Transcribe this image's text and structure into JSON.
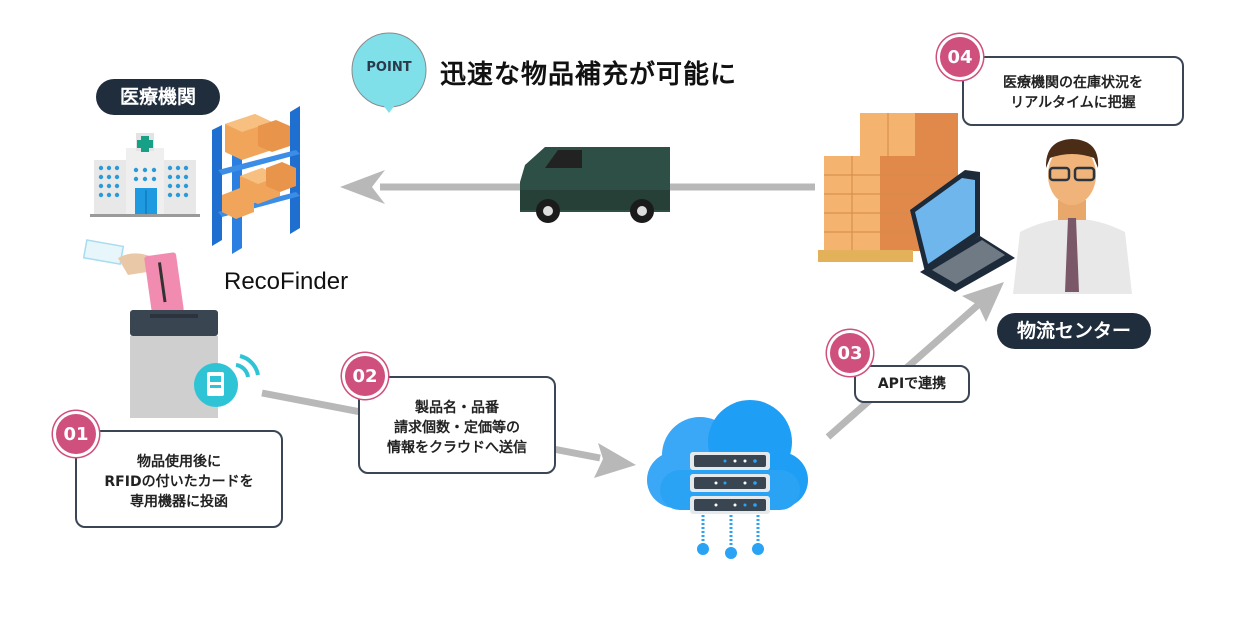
{
  "point": {
    "badge_label": "POINT",
    "headline": "迅速な物品補充が可能に",
    "badge_color": "#7fe0ea"
  },
  "locations": {
    "hospital": "医療機関",
    "logistics_center": "物流センター"
  },
  "product": {
    "name": "RecoFinder"
  },
  "steps": [
    {
      "number": "01",
      "lines": [
        "物品使用後に",
        "RFIDの付いたカードを",
        "専用機器に投函"
      ]
    },
    {
      "number": "02",
      "lines": [
        "製品名・品番",
        "請求個数・定価等の",
        "情報をクラウドへ送信"
      ]
    },
    {
      "number": "03",
      "lines": [
        "APIで連携"
      ]
    },
    {
      "number": "04",
      "lines": [
        "医療機関の在庫状況を",
        "リアルタイムに把握"
      ]
    }
  ],
  "colors": {
    "step_badge": "#cf4f7d",
    "pill_bg": "#1f2d3d",
    "arrow": "#b5b5b5",
    "cloud": "#2aa3f5",
    "van": "#2e4f45",
    "box_orange": "#f0a55a",
    "shelf_blue": "#1f6fd1",
    "card_pink": "#f28bb0",
    "rfid_teal": "#2ec4d6"
  }
}
